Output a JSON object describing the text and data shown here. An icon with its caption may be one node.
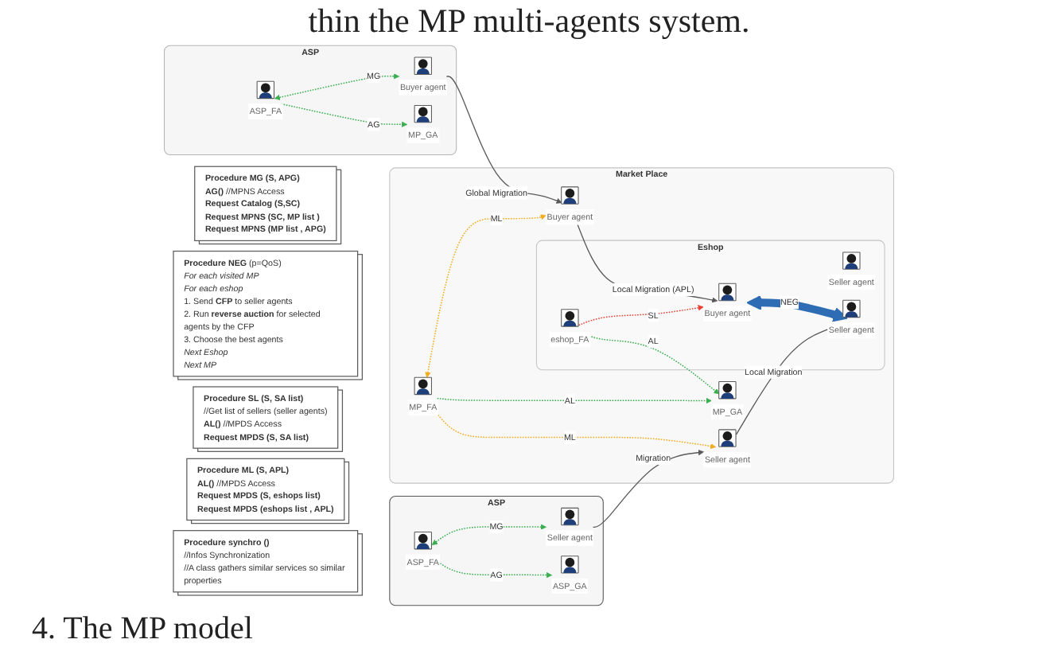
{
  "diagram": {
    "title": "thin the MP multi-agents system.",
    "caption": "4. The MP model",
    "nodes": [
      {
        "text": [
          "**Procedure MG (S, APG)**",
          "**AG()** //MPNS Access",
          "**Request Catalog (S,SC)**",
          "**Request MPNS (SC, MP list )**",
          "**Request MPNS (MP list , APG)**"
        ]
      },
      {
        "text": [
          "**Procedure NEG** (p=QoS)",
          "*For each visited MP*",
          "*For each eshop*",
          "1. Send **CFP** to seller agents",
          "2. Run **reverse auction** for selected agents by the CFP",
          "3. Choose the best agents",
          "*Next Eshop*",
          "*Next MP*"
        ]
      },
      {
        "text": [
          "**Procedure SL (S, SA list)**",
          "//Get list of sellers (seller agents)",
          "**AL()** //MPDS Access",
          "**Request MPDS (S, SA list)**"
        ]
      },
      {
        "text": [
          "**Procedure ML (S, APL)**",
          "**AL()** //MPDS Access",
          "**Request MPDS (S, eshops list)**",
          "**Request MPDS (eshops list , APL)**"
        ]
      },
      {
        "text": [
          "**Procedure synchro ()**",
          "//Infos Synchronization",
          "//A class gathers similar services so similar properties"
        ]
      },
      {
        "text": [
          "ASP"
        ]
      },
      {
        "text": [
          "ASP_FA"
        ],
        "in": 5
      },
      {
        "text": [
          "Buyer agent"
        ],
        "in": 5
      },
      {
        "text": [
          "MP_GA"
        ],
        "in": 5
      },
      {
        "text": [
          "Market Place"
        ]
      },
      {
        "text": [
          "MP_GA"
        ],
        "in": 9
      },
      {
        "text": [
          "MP_FA"
        ],
        "in": 9
      },
      {
        "text": [
          "Buyer agent"
        ],
        "in": 9
      },
      {
        "text": [
          "Seller agent"
        ],
        "in": 9
      },
      {
        "text": [
          "Eshop"
        ],
        "in": 9
      },
      {
        "text": [
          "eshop_FA"
        ],
        "in": 14
      },
      {
        "text": [
          "Seller agent"
        ],
        "in": 14
      },
      {
        "text": [
          "Buyer agent"
        ],
        "in": 14
      },
      {
        "text": [
          "Seller agent"
        ],
        "in": 14
      },
      {
        "text": [
          "ASP"
        ]
      },
      {
        "text": [
          "ASP_FA"
        ],
        "in": 19
      },
      {
        "text": [
          "Seller agent"
        ],
        "in": 19
      },
      {
        "text": [
          "ASP_GA"
        ],
        "in": 19
      }
    ],
    "edges": [
      {
        "from": 6,
        "to": 7,
        "arrow": "both",
        "label": "MG",
        "style": "dashed",
        "color": "#3aae4f"
      },
      {
        "from": 6,
        "to": 8,
        "arrow": "to",
        "label": "AG",
        "style": "dashed",
        "color": "#3aae4f"
      },
      {
        "from": 7,
        "to": 12,
        "arrow": "to",
        "label": "Global Migration"
      },
      {
        "from": 11,
        "to": 10,
        "arrow": "to",
        "label": "AL",
        "style": "dashed",
        "color": "#3aae4f"
      },
      {
        "from": 15,
        "to": 10,
        "arrow": "to",
        "label": "AL",
        "style": "dashed",
        "color": "#3aae4f"
      },
      {
        "from": 11,
        "to": 12,
        "arrow": "both",
        "label": "ML",
        "style": "dashed",
        "color": "#f2ac1c"
      },
      {
        "from": 11,
        "to": 13,
        "arrow": "both",
        "label": "ML",
        "style": "dashed",
        "color": "#f2ac1c"
      },
      {
        "from": 12,
        "to": 17,
        "arrow": "to",
        "label": "Local Migration (APL)"
      },
      {
        "from": 15,
        "to": 17,
        "arrow": "to",
        "label": "SL",
        "style": "dashed",
        "color": "#e94235"
      },
      {
        "from": 17,
        "to": 18,
        "arrow": "both",
        "label": "NEG",
        "style": "thick",
        "color": "#2e6db4"
      },
      {
        "from": 21,
        "to": 13,
        "arrow": "to",
        "label": "Migration"
      },
      {
        "from": 13,
        "to": 18,
        "arrow": "none",
        "label": "Local Migration"
      },
      {
        "from": 20,
        "to": 21,
        "arrow": "both",
        "label": "MG",
        "style": "dashed",
        "color": "#3aae4f"
      },
      {
        "from": 20,
        "to": 22,
        "arrow": "to",
        "label": "AG",
        "style": "dashed",
        "color": "#3aae4f"
      }
    ]
  }
}
